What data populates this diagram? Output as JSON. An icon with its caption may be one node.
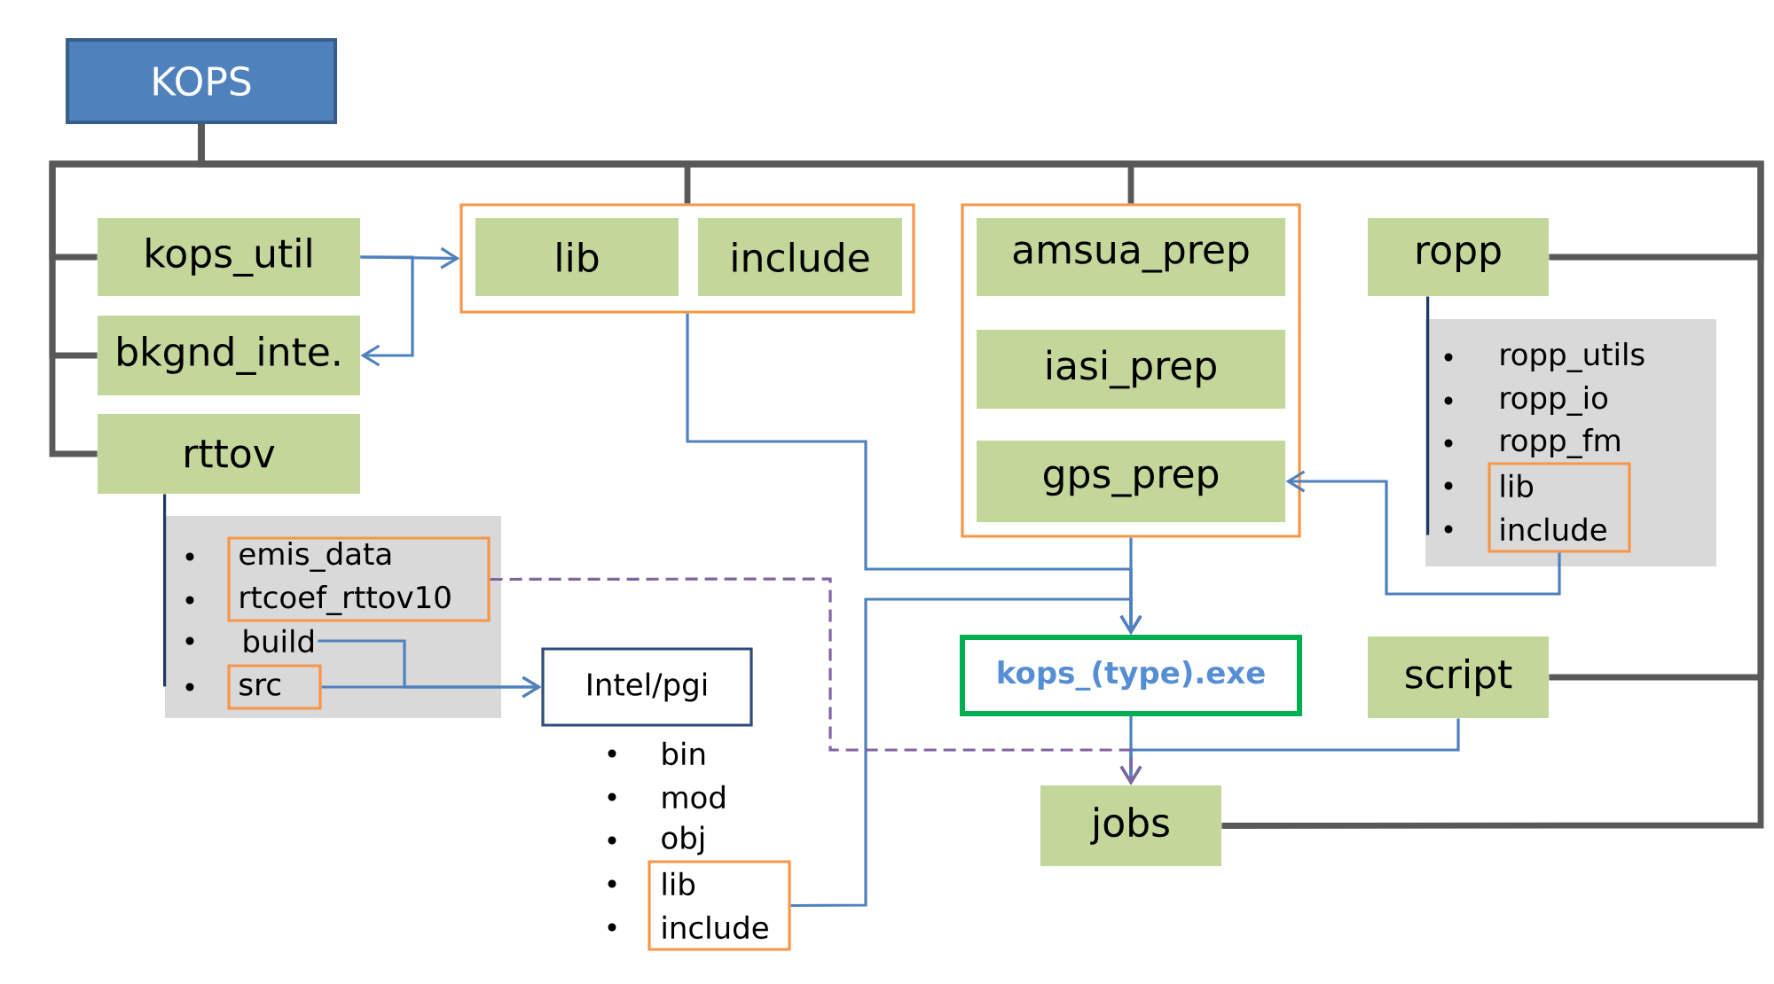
{
  "diagram": {
    "nodes": [
      {
        "text": [
          "KOPS"
        ]
      },
      {
        "text": [
          "kops_util"
        ]
      },
      {
        "text": [
          "bkgnd_inte."
        ]
      },
      {
        "text": [
          "rttov"
        ]
      },
      {
        "text": [],
        "shape": "box"
      },
      {
        "text": [
          "lib"
        ],
        "in": 4
      },
      {
        "text": [
          "include"
        ],
        "in": 4
      },
      {
        "text": [],
        "shape": "box"
      },
      {
        "text": [
          "amsua_prep"
        ],
        "in": 7
      },
      {
        "text": [
          "iasi_prep"
        ],
        "in": 7
      },
      {
        "text": [
          "gps_prep"
        ],
        "in": 7
      },
      {
        "text": [
          "ropp"
        ]
      },
      {
        "text": [
          "ropp_utils",
          "ropp_io",
          "ropp_fm"
        ]
      },
      {
        "text": [
          "lib",
          "include"
        ],
        "in": 12
      },
      {
        "text": [],
        "shape": "box"
      },
      {
        "text": [
          "emis_data",
          "rtcoef_rttov10"
        ],
        "in": 14
      },
      {
        "text": [
          "build"
        ],
        "in": 14
      },
      {
        "text": [
          "src"
        ],
        "in": 14
      },
      {
        "text": [
          "Intel/pgi"
        ],
        "beside": [
          "bin",
          "mod",
          "obj"
        ]
      },
      {
        "text": [
          "lib",
          "include"
        ]
      },
      {
        "text": [
          "kops_(type).exe"
        ]
      },
      {
        "text": [
          "script"
        ]
      },
      {
        "text": [
          "jobs"
        ]
      }
    ],
    "edges": [
      {
        "from": 0,
        "to": 1,
        "arrow": "none",
        "style": "thick",
        "color": "#595959"
      },
      {
        "from": 0,
        "to": 2,
        "arrow": "none",
        "style": "thick",
        "color": "#595959"
      },
      {
        "from": 0,
        "to": 3,
        "arrow": "none",
        "style": "thick",
        "color": "#595959"
      },
      {
        "from": 0,
        "to": 4,
        "arrow": "none",
        "style": "thick",
        "color": "#595959"
      },
      {
        "from": 0,
        "to": 7,
        "arrow": "none",
        "style": "thick",
        "color": "#595959"
      },
      {
        "from": 0,
        "to": 11,
        "arrow": "none",
        "style": "thick",
        "color": "#595959"
      },
      {
        "from": 0,
        "to": 21,
        "arrow": "none",
        "style": "thick",
        "color": "#595959"
      },
      {
        "from": 0,
        "to": 22,
        "arrow": "none",
        "style": "thick",
        "color": "#595959"
      },
      {
        "from": 1,
        "to": 4,
        "arrow": "to"
      },
      {
        "from": 1,
        "to": 2,
        "arrow": "to"
      },
      {
        "from": 4,
        "to": 20,
        "arrow": "to"
      },
      {
        "from": 19,
        "to": 20,
        "arrow": "to"
      },
      {
        "from": 7,
        "to": 20,
        "arrow": "to"
      },
      {
        "from": 13,
        "to": 10,
        "arrow": "to"
      },
      {
        "from": 16,
        "to": 18,
        "arrow": "to"
      },
      {
        "from": 17,
        "to": 18,
        "arrow": "to"
      },
      {
        "from": 20,
        "to": 22,
        "arrow": "to"
      },
      {
        "from": 21,
        "to": 22,
        "arrow": "to"
      },
      {
        "from": 15,
        "to": 22,
        "arrow": "to",
        "style": "dashed",
        "color": "#8064a2"
      },
      {
        "from": 3,
        "to": 14,
        "arrow": "none",
        "color": "#1f3864"
      },
      {
        "from": 11,
        "to": 12,
        "arrow": "none",
        "color": "#1f3864"
      }
    ]
  }
}
